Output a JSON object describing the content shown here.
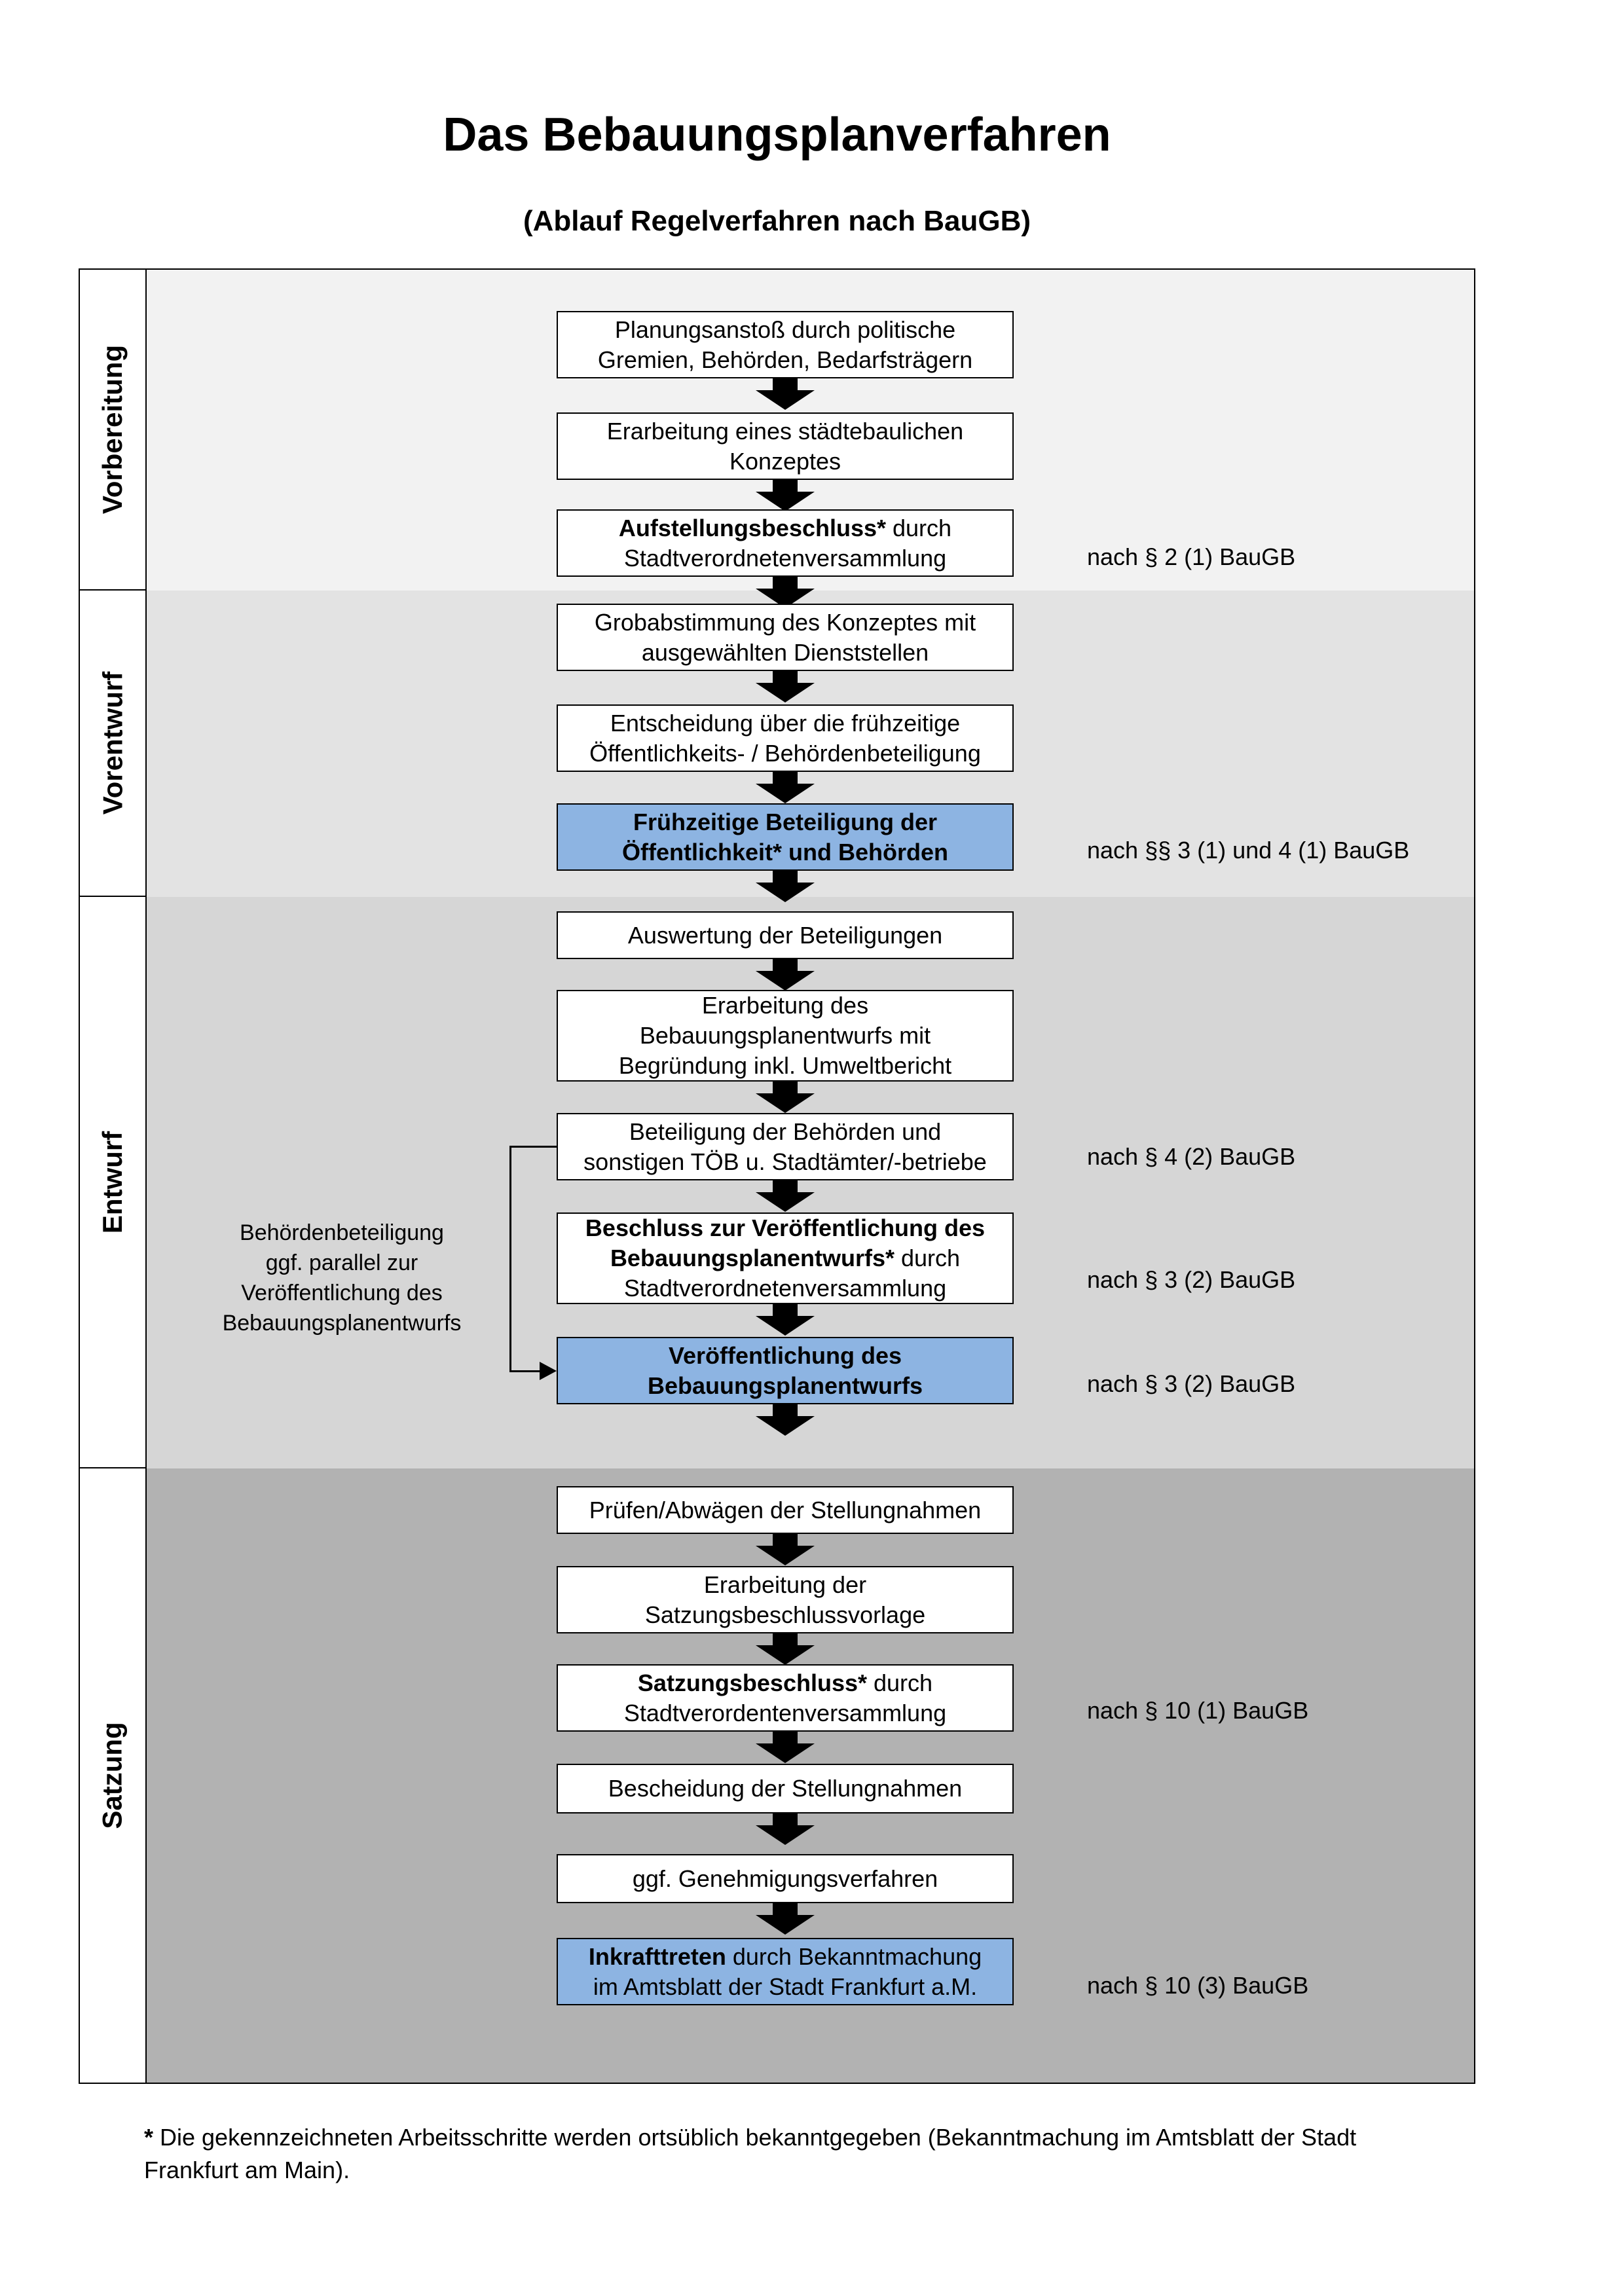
{
  "title": "Das Bebauungsplanverfahren",
  "subtitle": "(Ablauf Regelverfahren nach BauGB)",
  "colors": {
    "band_vorbereitung": "#f2f2f2",
    "band_vorentwurf": "#e3e3e3",
    "band_entwurf": "#d6d6d6",
    "band_satzung": "#b2b2b2",
    "highlight_blue": "#8db4e2"
  },
  "phases": [
    {
      "label": "Vorbereitung",
      "steps": [
        {
          "lines": [
            "Planungsanstoß durch politische",
            "Gremien, Behörden, Bedarfsträgern"
          ]
        },
        {
          "lines": [
            "Erarbeitung eines städtebaulichen",
            "Konzeptes"
          ]
        },
        {
          "lines": [
            [
              {
                "t": "Aufstellungsbeschluss*",
                "b": true
              },
              {
                "t": " durch",
                "b": false
              }
            ],
            [
              "Stadtverordnetenversammlung"
            ]
          ],
          "note": "nach § 2 (1) BauGB"
        }
      ]
    },
    {
      "label": "Vorentwurf",
      "steps": [
        {
          "lines": [
            "Grobabstimmung des Konzeptes mit",
            "ausgewählten Dienststellen"
          ]
        },
        {
          "lines": [
            "Entscheidung über die frühzeitige",
            "Öffentlichkeits- / Behördenbeteiligung"
          ]
        },
        {
          "highlighted": true,
          "lines": [
            [
              {
                "t": "Frühzeitige Beteiligung der",
                "b": true
              }
            ],
            [
              {
                "t": "Öffentlichkeit* und Behörden",
                "b": true
              }
            ]
          ],
          "note": "nach §§ 3 (1) und 4 (1) BauGB"
        }
      ]
    },
    {
      "label": "Entwurf",
      "steps": [
        {
          "lines": [
            "Auswertung der Beteiligungen"
          ]
        },
        {
          "lines": [
            "Erarbeitung des",
            "Bebauungsplanentwurfs mit",
            "Begründung inkl. Umweltbericht"
          ]
        },
        {
          "lines": [
            "Beteiligung der Behörden und",
            "sonstigen TÖB u. Stadtämter/-betriebe"
          ],
          "note": "nach § 4 (2) BauGB"
        },
        {
          "lines": [
            [
              {
                "t": "Beschluss zur Veröffentlichung des",
                "b": true
              }
            ],
            [
              {
                "t": "Bebauungsplanentwurfs*",
                "b": true
              },
              {
                "t": " durch",
                "b": false
              }
            ],
            [
              "Stadtverordnetenversammlung"
            ]
          ],
          "note": "nach § 3 (2) BauGB"
        },
        {
          "highlighted": true,
          "lines": [
            [
              {
                "t": "Veröffentlichung des",
                "b": true
              }
            ],
            [
              {
                "t": "Bebauungsplanentwurfs",
                "b": true
              }
            ]
          ],
          "note": "nach § 3 (2) BauGB"
        }
      ]
    },
    {
      "label": "Satzung",
      "steps": [
        {
          "lines": [
            "Prüfen/Abwägen der Stellungnahmen"
          ]
        },
        {
          "lines": [
            "Erarbeitung der",
            "Satzungsbeschlussvorlage"
          ]
        },
        {
          "lines": [
            [
              {
                "t": "Satzungsbeschluss*",
                "b": true
              },
              {
                "t": " durch",
                "b": false
              }
            ],
            [
              "Stadtverordentenversammlung"
            ]
          ],
          "note": "nach § 10 (1) BauGB"
        },
        {
          "lines": [
            "Bescheidung der Stellungnahmen"
          ]
        },
        {
          "lines": [
            "ggf. Genehmigungsverfahren"
          ]
        },
        {
          "highlighted": true,
          "lines": [
            [
              {
                "t": "Inkrafttreten",
                "b": true
              },
              {
                "t": " durch Bekanntmachung",
                "b": false
              }
            ],
            [
              "im Amtsblatt der Stadt Frankfurt a.M."
            ]
          ],
          "note": "nach § 10 (3) BauGB"
        }
      ]
    }
  ],
  "annotation": {
    "lines": [
      "Behördenbeteiligung",
      "ggf. parallel zur",
      "Veröffentlichung des",
      "Bebauungsplanentwurfs"
    ]
  },
  "footnote": {
    "lines": [
      [
        {
          "t": "* ",
          "b": true
        },
        {
          "t": "Die gekennzeichneten Arbeitsschritte werden ortsüblich bekanntgegeben (Bekanntmachung im Amtsblatt  der Stadt",
          "b": false
        }
      ],
      [
        "Frankfurt am Main)."
      ]
    ]
  }
}
